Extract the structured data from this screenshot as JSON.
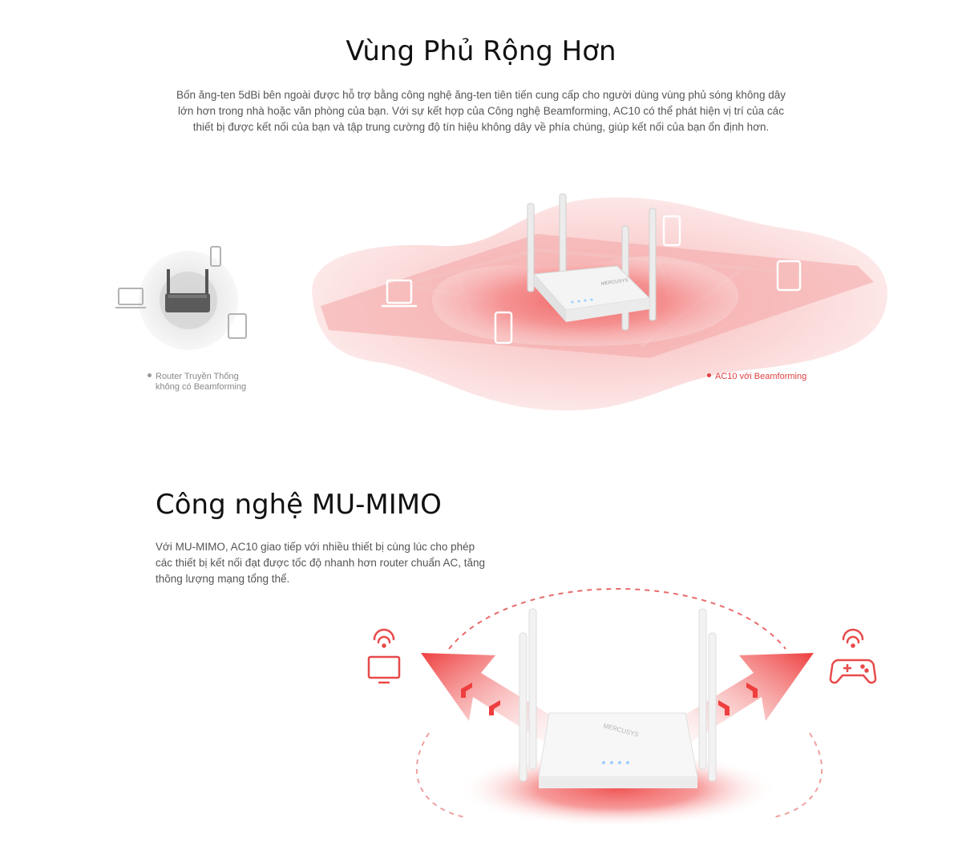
{
  "coverage": {
    "title": "Vùng Phủ Rộng Hơn",
    "description": "Bốn ăng-ten 5dBi bên ngoài được hỗ trợ bằng công nghệ ăng-ten tiên tiến cung cấp cho người dùng vùng phủ sóng không dây lớn hơn trong nhà hoặc văn phòng của bạn. Với sự kết hợp của Công nghệ Beamforming, AC10 có thể phát hiện vị trí của các thiết bị được kết nối của bạn và tập trung cường độ tín hiệu không dây về phía chúng, giúp kết nối của bạn ổn định hơn.",
    "legend_traditional_line1": "Router Truyền Thống",
    "legend_traditional_line2": "không có Beamforming",
    "legend_beamforming": "AC10 với Beamforming",
    "router_brand": "MERCUSYS"
  },
  "mumimo": {
    "title": "Công nghệ MU-MIMO",
    "description": "Với MU-MIMO, AC10 giao tiếp với nhiều thiết bị cùng lúc cho phép các thiết bị kết nối đạt được tốc độ nhanh hơn router chuẩn AC, tăng thông lượng mạng tổng thể.",
    "router_brand": "MERCUSYS"
  },
  "colors": {
    "accent_red": "#e84a4a",
    "soft_red": "#f8c9c9",
    "gray_icon": "#a0a0a0"
  }
}
